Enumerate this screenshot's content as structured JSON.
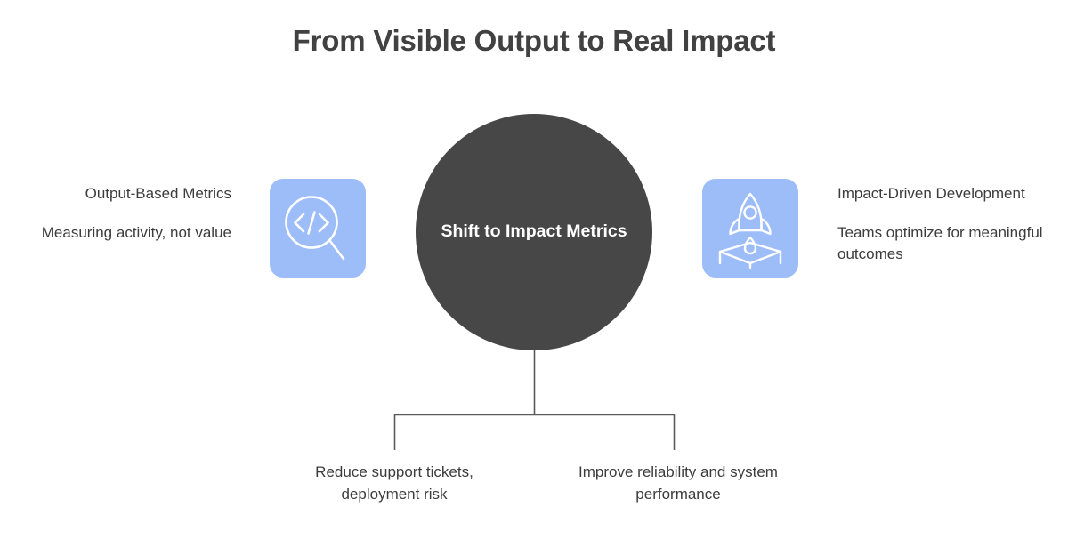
{
  "title": "From Visible Output to Real Impact",
  "hub": {
    "label": "Shift to Impact Metrics",
    "color": "#474747",
    "text_color": "#ffffff"
  },
  "tiles": [
    {
      "icon": "code-search-icon",
      "background": "#9DBDF9",
      "stroke": "#ffffff"
    },
    {
      "icon": "rocket-launch-icon",
      "background": "#9DBDF9",
      "stroke": "#ffffff"
    }
  ],
  "branches": [
    {
      "side": "left",
      "title": "Output-Based Metrics",
      "description": "Measuring activity, not value"
    },
    {
      "side": "right",
      "title": "Impact-Driven Development",
      "description": "Teams optimize for meaningful outcomes"
    }
  ],
  "outcomes": [
    "Reduce support tickets, deployment risk",
    "Improve reliability and system performance"
  ],
  "theme": {
    "background": "#ffffff",
    "title_color": "#414141",
    "body_text_color": "#3c3c3c",
    "connector_color": "#595959",
    "accent_blue": "#9DBDF9"
  }
}
